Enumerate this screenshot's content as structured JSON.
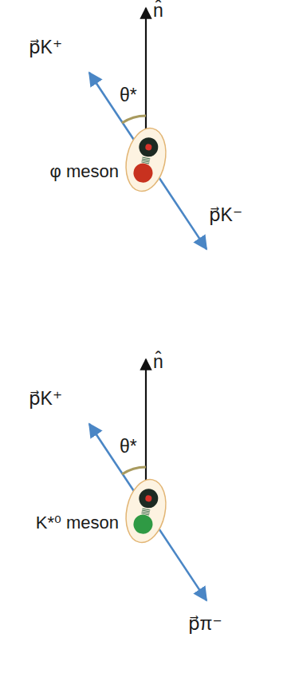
{
  "diagram": {
    "nodes": [
      {
        "text": [
          "φ meson"
        ]
      },
      {
        "text": [
          "K*⁰ meson"
        ]
      }
    ],
    "labels": [
      "n̂",
      "p⃗K⁺",
      "θ*",
      "p⃗K⁻",
      "n̂",
      "p⃗K⁺",
      "θ*",
      "p⃗π⁻"
    ]
  }
}
